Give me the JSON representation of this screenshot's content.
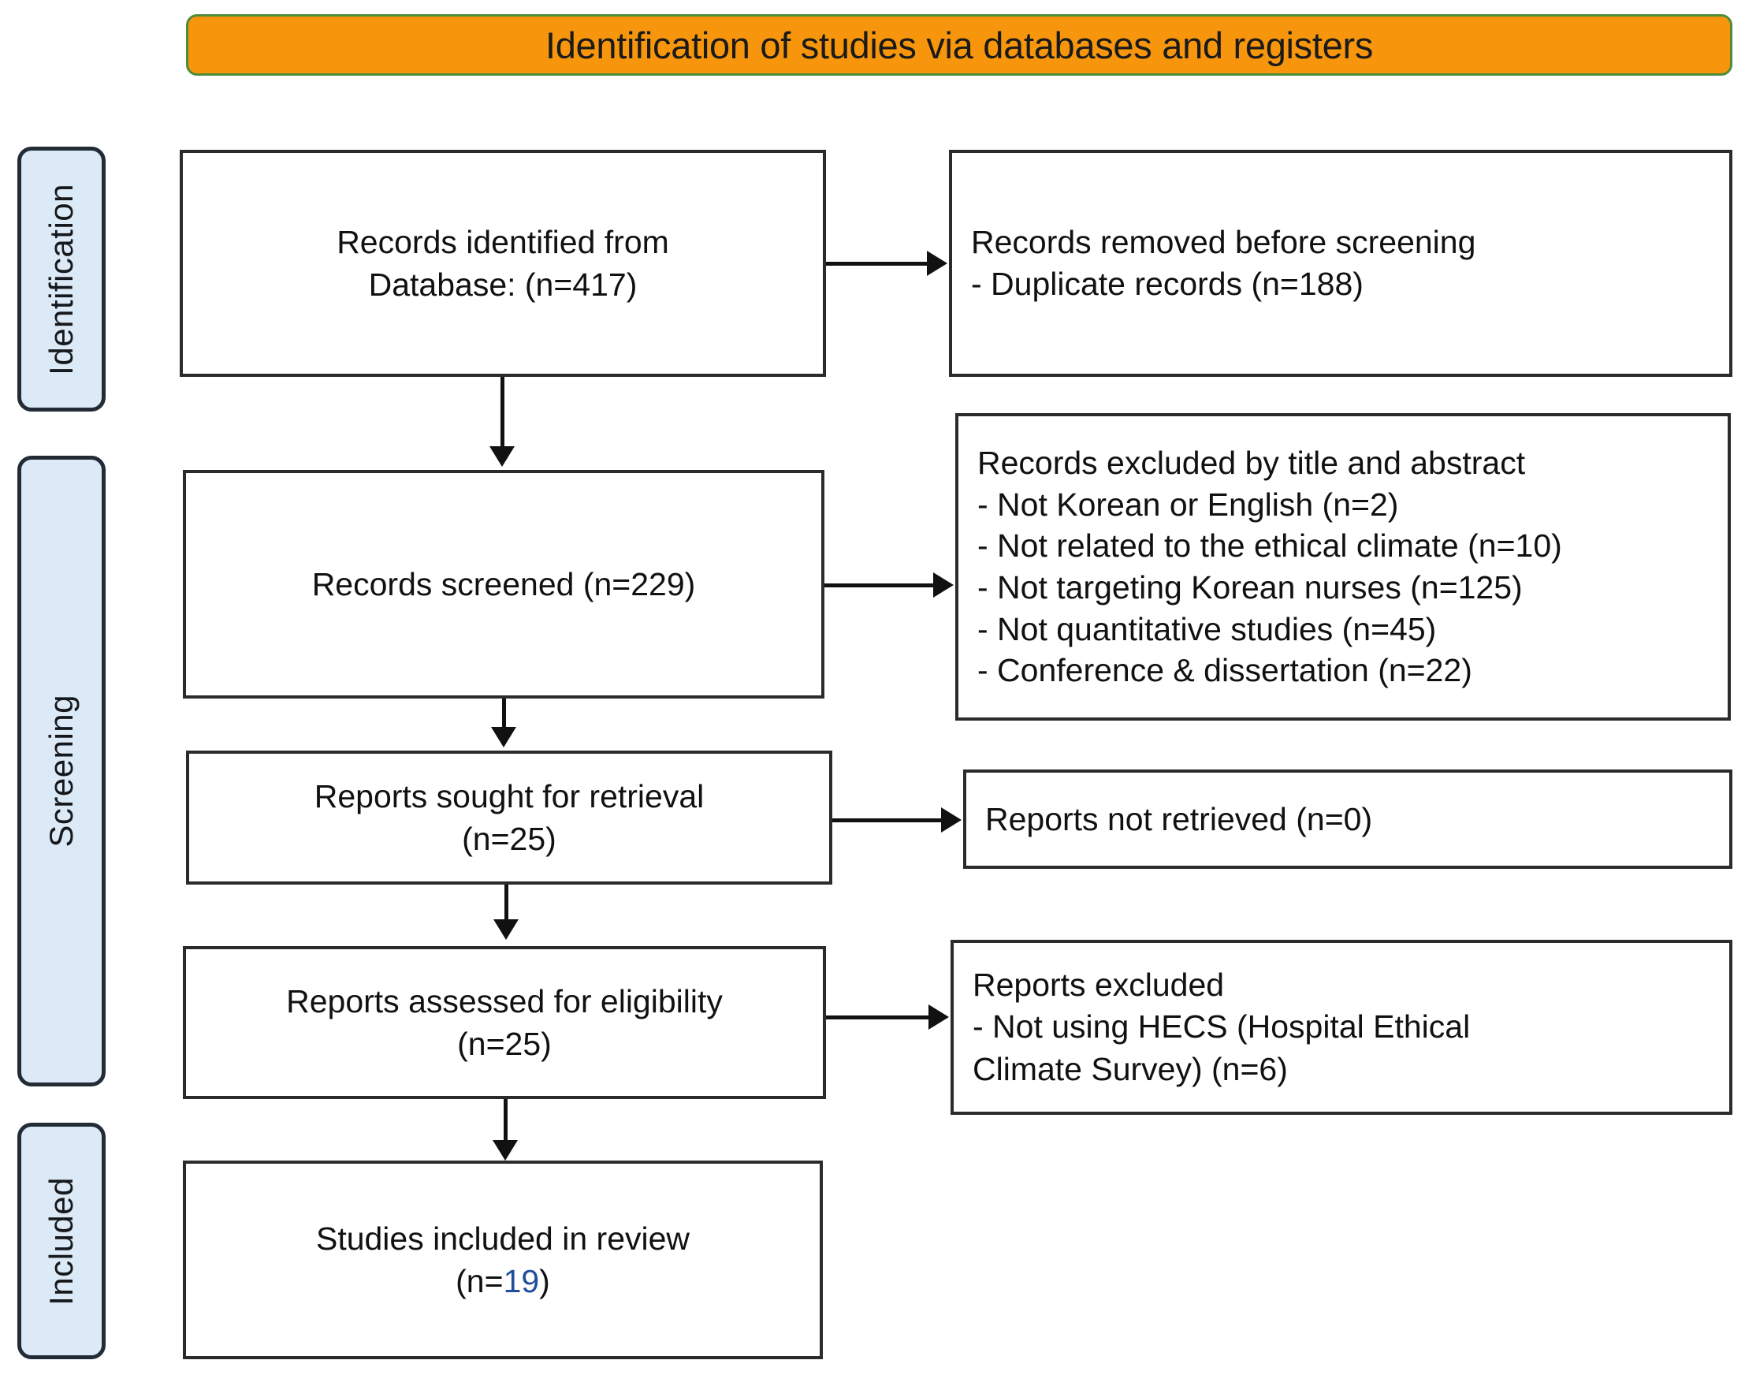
{
  "header": {
    "title": "Identification of studies via databases and registers",
    "fill_color": "#F7960C",
    "border_color": "#4E8C3A"
  },
  "stages": [
    {
      "id": "identification",
      "label": "Identification"
    },
    {
      "id": "screening",
      "label": "Screening"
    },
    {
      "id": "included",
      "label": "Included"
    }
  ],
  "stage_style": {
    "fill_color": "#DCE9F6",
    "border_color": "#222B36"
  },
  "boxes": {
    "identified": {
      "line1": "Records identified from",
      "line2": "Database: (n=417)"
    },
    "removed": {
      "line1": "Records removed before screening",
      "line2": "- Duplicate records (n=188)"
    },
    "screened": {
      "line1": "Records screened (n=229)"
    },
    "excluded_title_abstract": {
      "line1": "Records excluded by title and abstract",
      "line2": "- Not Korean or English (n=2)",
      "line3": "- Not related to the ethical climate (n=10)",
      "line4": "- Not targeting Korean nurses (n=125)",
      "line5": "- Not quantitative studies (n=45)",
      "line6": "- Conference & dissertation (n=22)"
    },
    "sought": {
      "line1": "Reports sought for retrieval",
      "line2": "(n=25)"
    },
    "not_retrieved": {
      "line1": "Reports not retrieved (n=0)"
    },
    "assessed": {
      "line1": "Reports assessed for eligibility",
      "line2": "(n=25)"
    },
    "excluded_reports": {
      "line1": "Reports excluded",
      "line2": "- Not using HECS (Hospital Ethical",
      "line3": "Climate Survey) (n=6)"
    },
    "included": {
      "line1": "Studies included in review",
      "line2_prefix": "(n=",
      "line2_value": "19",
      "line2_suffix": ")",
      "value_color": "#1F4E9C"
    }
  }
}
